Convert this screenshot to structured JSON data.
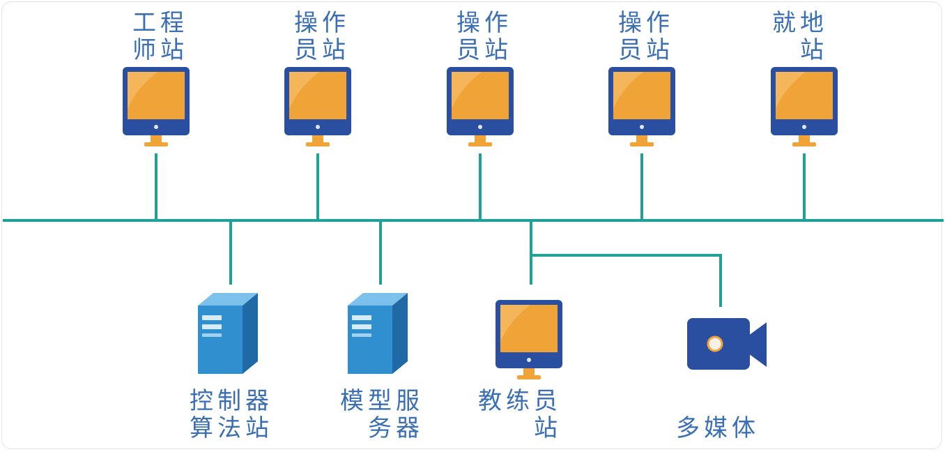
{
  "colors": {
    "bus": "#1fa197",
    "monitor_frame": "#2b4fa0",
    "monitor_screen": "#f0a437",
    "monitor_screen_light": "#f7c27a",
    "stand": "#f0a437",
    "server_front": "#2f8fcf",
    "server_side": "#1f6aa6",
    "camera": "#2b4fa0",
    "label": "#3a6fb4"
  },
  "top_stations": [
    {
      "line1": "工程",
      "line2": "师站"
    },
    {
      "line1": "操作",
      "line2": "员站"
    },
    {
      "line1": "操作",
      "line2": "员站"
    },
    {
      "line1": "操作",
      "line2": "员站"
    },
    {
      "line1": "就地",
      "line2": "站"
    }
  ],
  "bottom_nodes": [
    {
      "icon": "server-icon",
      "line1": "控制器",
      "line2": "算法站"
    },
    {
      "icon": "server-icon",
      "line1": "模型服",
      "line2": "务器"
    },
    {
      "icon": "monitor-icon",
      "line1": "教练员",
      "line2": "站"
    },
    {
      "icon": "video-camera-icon",
      "line1": "",
      "line2": "多媒体"
    }
  ]
}
